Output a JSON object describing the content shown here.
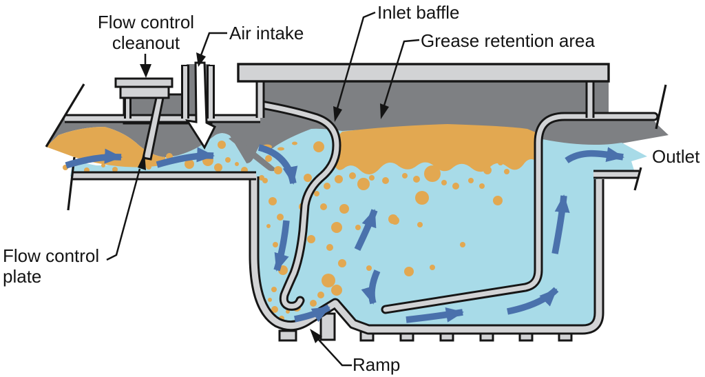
{
  "figure": {
    "kind": "grease-interceptor-cross-section",
    "labels": {
      "flow_control_cleanout": "Flow control\ncleanout",
      "air_intake": "Air intake",
      "inlet_baffle": "Inlet baffle",
      "grease_retention_area": "Grease retention area",
      "outlet": "Outlet",
      "flow_control_plate": "Flow control\nplate",
      "ramp": "Ramp"
    },
    "colors": {
      "air_space": "#7e8083",
      "water": "#a8dbe8",
      "grease": "#e2a851",
      "structure": "#d2d3d5",
      "outline": "#161616",
      "flow_arrow": "#4a71ac",
      "background": "#ffffff"
    },
    "flow_arrows": [
      "M 96,240 Q 140,226 176,228",
      "M 228,239 Q 280,224 310,226",
      "M 376,214 Q 418,224 426,266",
      "M 416,320 Q 412,360 402,392",
      "M 428,463 Q 458,457 478,446",
      "M 548,393 Q 536,420 542,440",
      "M 590,464 Q 635,459 672,453",
      "M 737,452 Q 786,442 808,420",
      "M 806,368 Q 816,315 819,284",
      "M 823,233 C 845,218 868,222 905,228",
      "M 519,362 Q 538,322 544,305"
    ],
    "grease_bubbles": [
      [
        95,
        243,
        4
      ],
      [
        110,
        236,
        5
      ],
      [
        126,
        247,
        4
      ],
      [
        150,
        240,
        3
      ],
      [
        167,
        246,
        4
      ],
      [
        197,
        238,
        3
      ],
      [
        216,
        242,
        4
      ],
      [
        246,
        227,
        5
      ],
      [
        257,
        233,
        3
      ],
      [
        275,
        238,
        7
      ],
      [
        290,
        226,
        5
      ],
      [
        302,
        233,
        8
      ],
      [
        317,
        243,
        6
      ],
      [
        322,
        210,
        6
      ],
      [
        331,
        232,
        4
      ],
      [
        344,
        238,
        3
      ],
      [
        355,
        247,
        5
      ],
      [
        368,
        253,
        4
      ],
      [
        380,
        258,
        4
      ],
      [
        463,
        213,
        8
      ],
      [
        390,
        230,
        5
      ],
      [
        404,
        247,
        6
      ],
      [
        385,
        262,
        4
      ],
      [
        396,
        292,
        6
      ],
      [
        407,
        315,
        5
      ],
      [
        390,
        328,
        3
      ],
      [
        400,
        355,
        4
      ],
      [
        411,
        392,
        7
      ],
      [
        398,
        420,
        4
      ],
      [
        392,
        435,
        3
      ],
      [
        399,
        449,
        5
      ],
      [
        409,
        462,
        4
      ],
      [
        418,
        452,
        3
      ],
      [
        431,
        446,
        6
      ],
      [
        450,
        461,
        4
      ],
      [
        447,
        258,
        6
      ],
      [
        440,
        300,
        6
      ],
      [
        452,
        347,
        6
      ],
      [
        477,
        407,
        10
      ],
      [
        489,
        421,
        8
      ],
      [
        466,
        428,
        5
      ],
      [
        455,
        440,
        5
      ],
      [
        470,
        447,
        4
      ],
      [
        528,
        267,
        9
      ],
      [
        613,
        287,
        10
      ],
      [
        628,
        252,
        12
      ],
      [
        571,
        318,
        7
      ],
      [
        500,
        303,
        7
      ],
      [
        520,
        330,
        4
      ],
      [
        574,
        320,
        6
      ],
      [
        610,
        326,
        4
      ],
      [
        672,
        355,
        4
      ],
      [
        594,
        394,
        7
      ],
      [
        628,
        388,
        4
      ],
      [
        708,
        247,
        6
      ],
      [
        727,
        236,
        4
      ],
      [
        736,
        249,
        4
      ],
      [
        753,
        240,
        4
      ],
      [
        723,
        291,
        7
      ],
      [
        700,
        270,
        4
      ],
      [
        684,
        262,
        4
      ],
      [
        662,
        270,
        5
      ],
      [
        645,
        265,
        4
      ],
      [
        605,
        260,
        5
      ],
      [
        588,
        255,
        4
      ],
      [
        560,
        262,
        5
      ],
      [
        540,
        258,
        4
      ],
      [
        512,
        255,
        5
      ],
      [
        492,
        260,
        6
      ],
      [
        475,
        270,
        5
      ],
      [
        460,
        281,
        4
      ],
      [
        470,
        300,
        5
      ],
      [
        489,
        330,
        8
      ],
      [
        479,
        359,
        5
      ],
      [
        497,
        382,
        6
      ],
      [
        536,
        389,
        4
      ]
    ]
  }
}
